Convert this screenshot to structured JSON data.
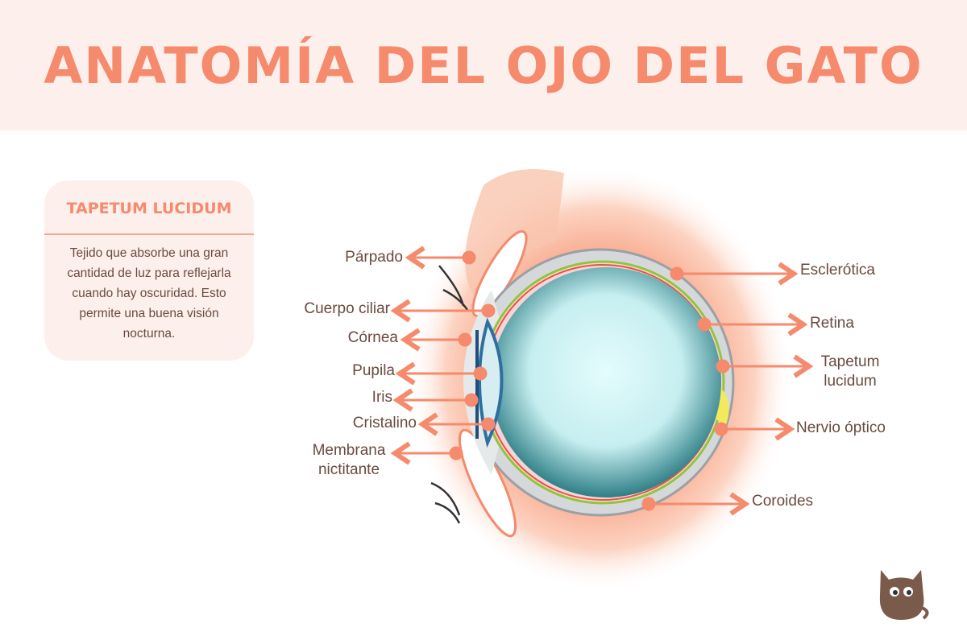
{
  "title": "ANATOMÍA DEL OJO DEL GATO",
  "info_card": {
    "title": "TAPETUM LUCIDUM",
    "text": "Tejido que absorbe una gran cantidad de luz para reflejarla cuando hay oscuridad. Esto permite una buena visión nocturna."
  },
  "labels_left": {
    "parpado": "Párpado",
    "cuerpo_ciliar": "Cuerpo ciliar",
    "cornea": "Córnea",
    "pupila": "Pupila",
    "iris": "Iris",
    "cristalino": "Cristalino",
    "membrana_1": "Membrana",
    "membrana_2": "nictitante"
  },
  "labels_right": {
    "esclerotica": "Esclerótica",
    "retina": "Retina",
    "tapetum_1": "Tapetum",
    "tapetum_2": "lucidum",
    "nervio": "Nervio óptico",
    "coroides": "Coroides"
  },
  "colors": {
    "accent": "#f58a6c",
    "text": "#6b4a3f",
    "header_bg": "#fdf0ec"
  }
}
